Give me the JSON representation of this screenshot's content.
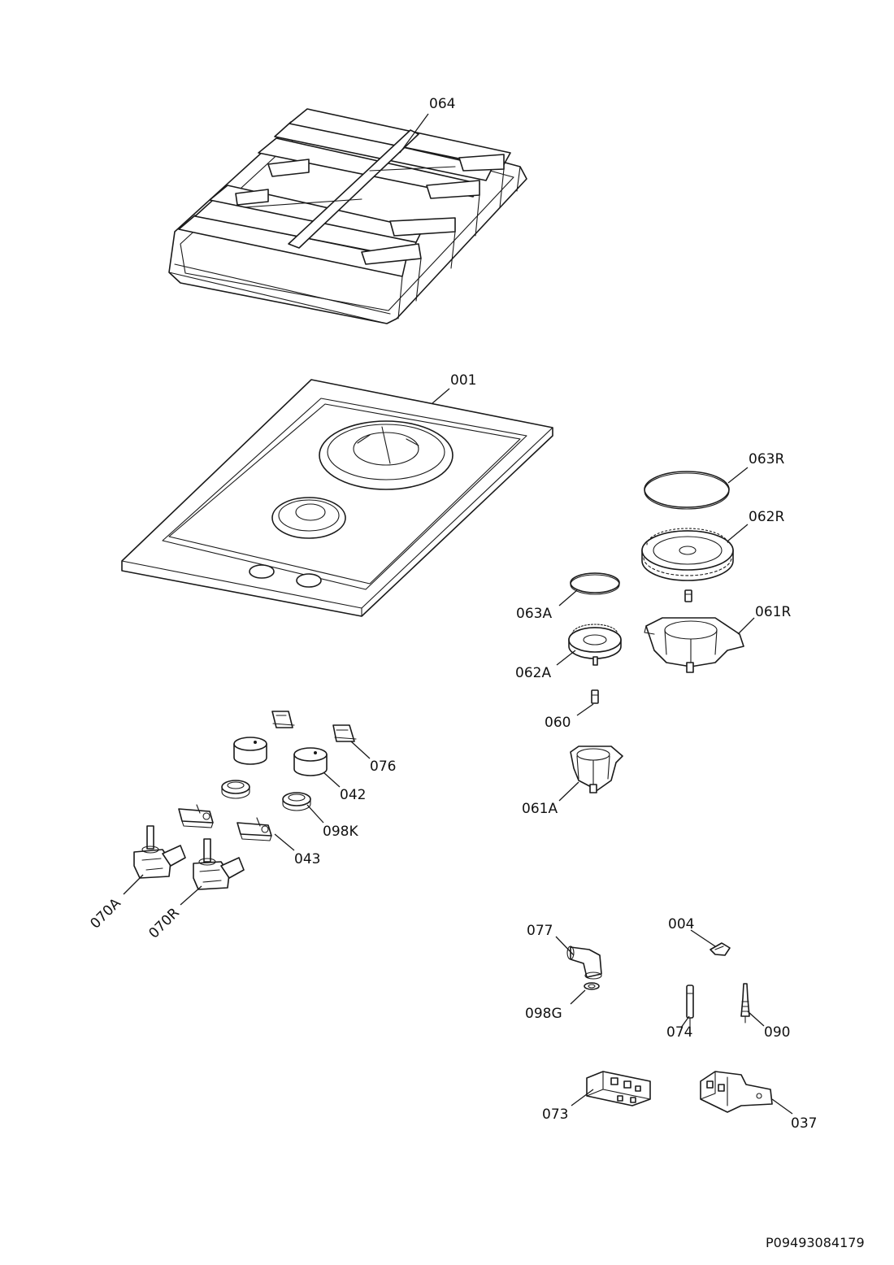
{
  "callouts": {
    "c064": "064",
    "c001": "001",
    "c063R": "063R",
    "c062R": "062R",
    "c063A": "063A",
    "c061R": "061R",
    "c062A": "062A",
    "c060": "060",
    "c076": "076",
    "c042": "042",
    "c098K": "098K",
    "c061A": "061A",
    "c043": "043",
    "c070A": "070A",
    "c070R": "070R",
    "c077": "077",
    "c004": "004",
    "c098G": "098G",
    "c074": "074",
    "c090": "090",
    "c073": "073",
    "c037": "037"
  },
  "document_number": "P09493084179"
}
